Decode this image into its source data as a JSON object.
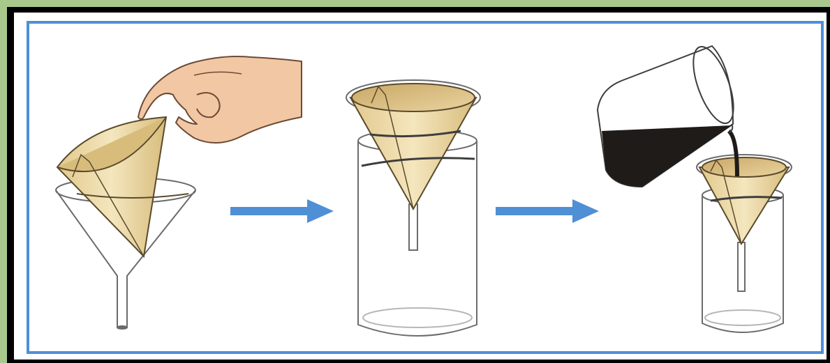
{
  "figure": {
    "steps": [
      {
        "id": "step-1",
        "description_icon": "fold-filter-paper-into-funnel"
      },
      {
        "id": "step-2",
        "description_icon": "funnel-on-glass-cylinder"
      },
      {
        "id": "step-3",
        "description_icon": "pour-dark-liquid-through-filter"
      }
    ],
    "arrows": 2
  },
  "colors": {
    "outer_background": "#a9c98c",
    "border_inner": "#000000",
    "panel_border": "#4f8fd6",
    "arrow": "#4f8fd6",
    "filter_paper": "#f0dfb0",
    "filter_paper_shade": "#d9be80",
    "skin": "#f2c7a3",
    "liquid": "#1e1b18",
    "glass_outline": "#6b6b6b"
  }
}
